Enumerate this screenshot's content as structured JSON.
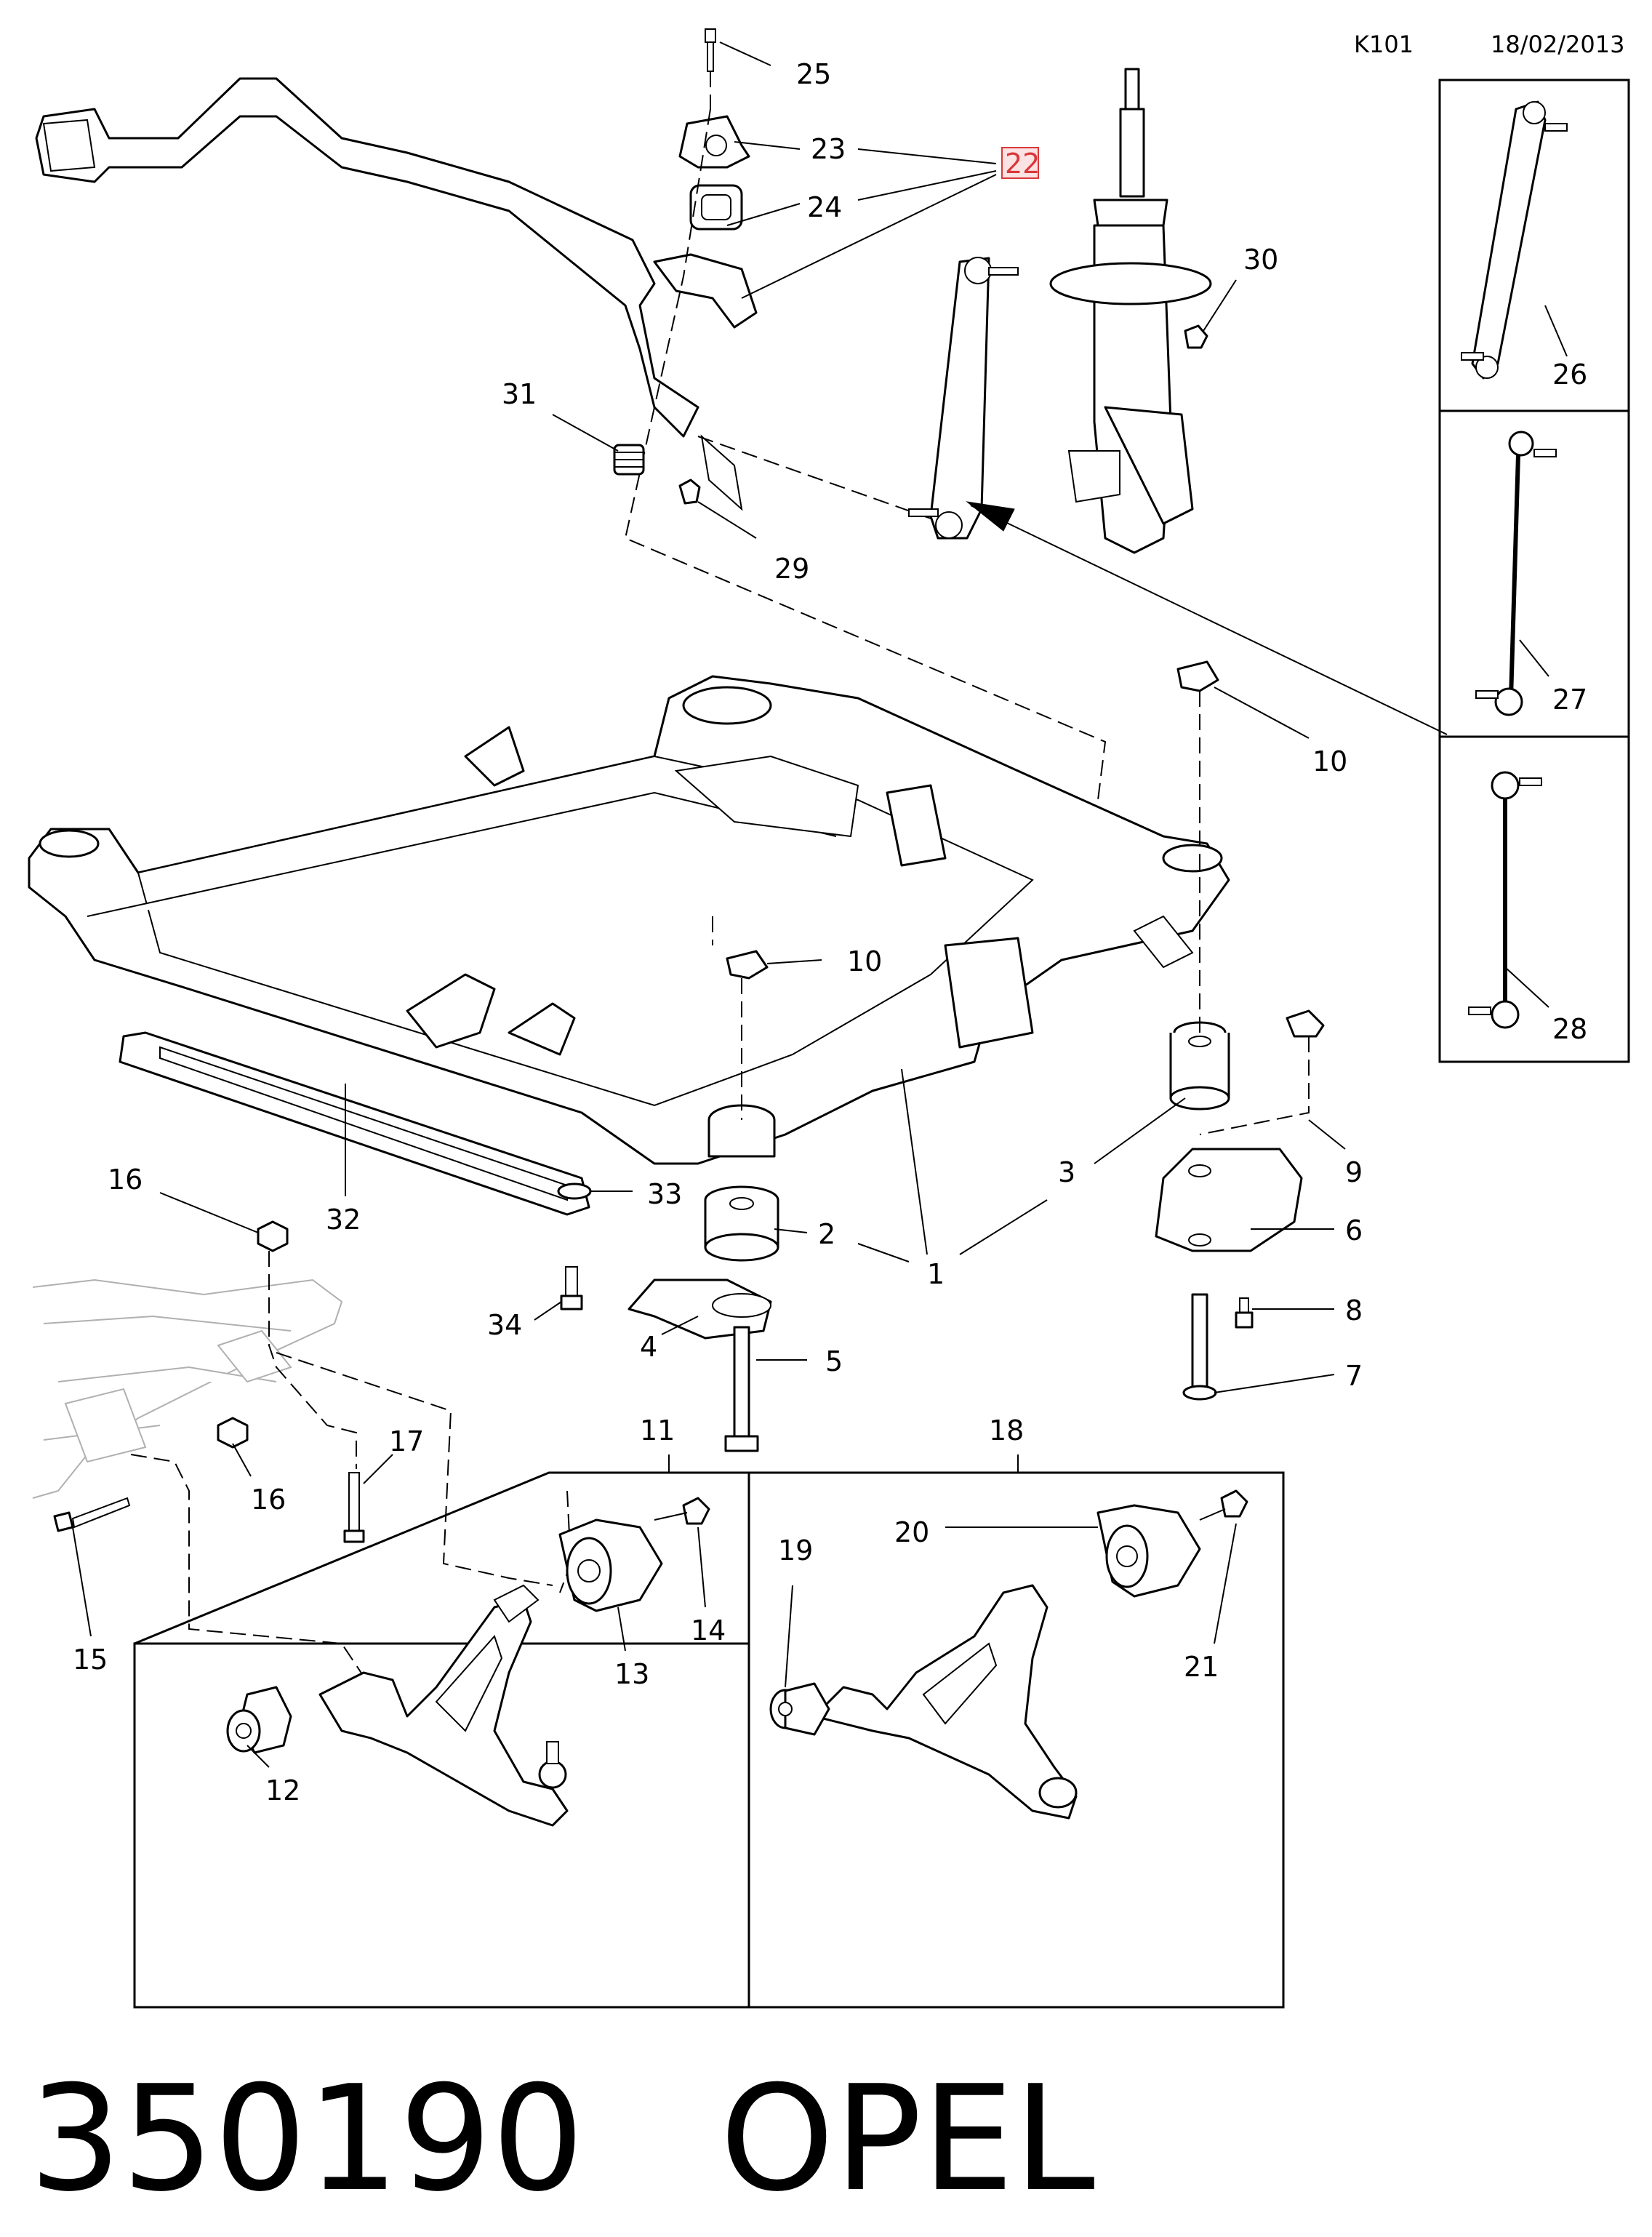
{
  "header": {
    "code": "K101",
    "date": "18/02/2013"
  },
  "footer": {
    "part_number": "350190",
    "brand": "OPEL"
  },
  "callouts": {
    "c1": "1",
    "c2": "2",
    "c3": "3",
    "c4": "4",
    "c5": "5",
    "c6": "6",
    "c7": "7",
    "c8": "8",
    "c9": "9",
    "c10a": "10",
    "c10b": "10",
    "c11": "11",
    "c12": "12",
    "c13": "13",
    "c14": "14",
    "c15": "15",
    "c16a": "16",
    "c16b": "16",
    "c17": "17",
    "c18": "18",
    "c19": "19",
    "c20": "20",
    "c21": "21",
    "c22": "22",
    "c23": "23",
    "c24": "24",
    "c25": "25",
    "c26": "26",
    "c27": "27",
    "c28": "28",
    "c29": "29",
    "c30": "30",
    "c31": "31",
    "c32": "32",
    "c33": "33",
    "c34": "34"
  },
  "highlight_color": "#d9383a"
}
